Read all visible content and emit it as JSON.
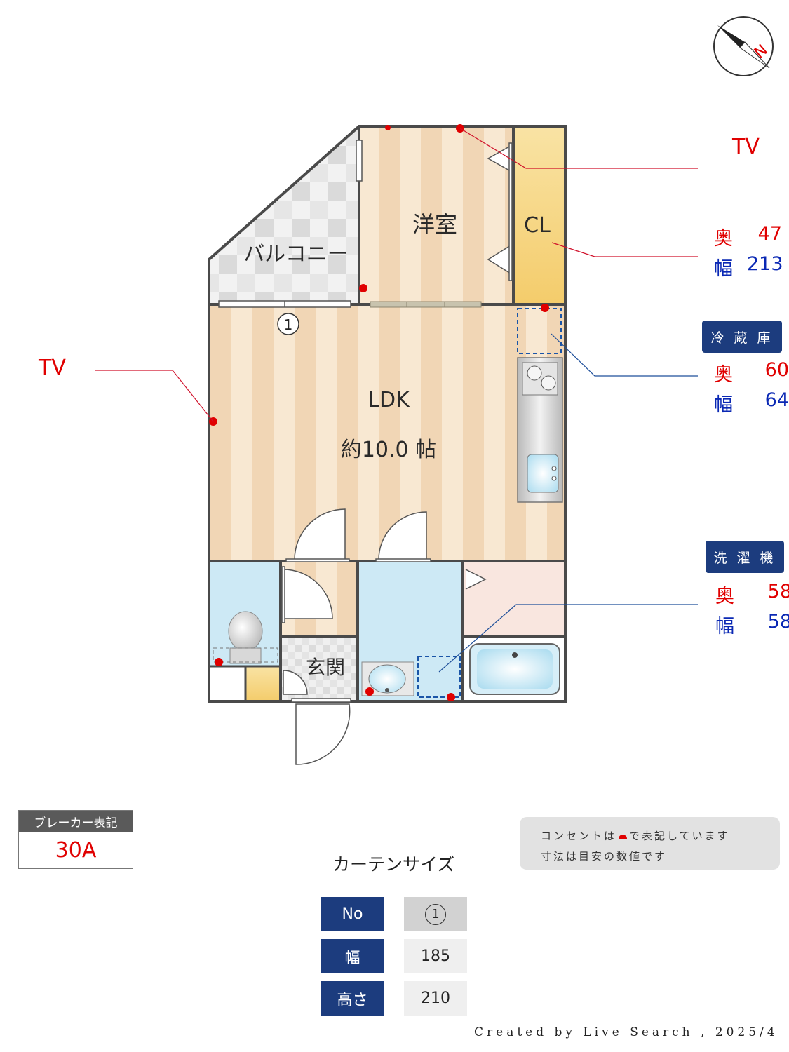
{
  "compass": {
    "letter": "N"
  },
  "rooms": {
    "western_room": "洋室",
    "closet": "CL",
    "balcony": "バルコニー",
    "ldk": "LDK",
    "ldk_size": "約10.0 帖",
    "entrance": "玄関",
    "curtain_marker": "1"
  },
  "callouts": {
    "tv_top": "TV",
    "tv_left": "TV",
    "closet": {
      "depth_label": "奥",
      "depth": "47",
      "width_label": "幅",
      "width": "213"
    },
    "fridge": {
      "title": "冷 蔵 庫",
      "depth_label": "奥",
      "depth": "60",
      "width_label": "幅",
      "width": "64"
    },
    "washer": {
      "title": "洗 濯 機",
      "depth_label": "奥",
      "depth": "58",
      "width_label": "幅",
      "width": "58"
    }
  },
  "breaker": {
    "label": "ブレーカー表記",
    "value": "30A"
  },
  "note": {
    "line1_a": "コンセントは",
    "line1_b": "で表記しています",
    "line2": "寸法は目安の数値です"
  },
  "curtain": {
    "title": "カーテンサイズ",
    "rows": [
      {
        "label": "No",
        "value": "1"
      },
      {
        "label": "幅",
        "value": "185"
      },
      {
        "label": "高さ",
        "value": "210"
      }
    ]
  },
  "footer": "Created by Live Search , 2025/4",
  "colors": {
    "outlet": "#e00000",
    "navy": "#1c3c7e",
    "wall": "#4a4a4a"
  }
}
